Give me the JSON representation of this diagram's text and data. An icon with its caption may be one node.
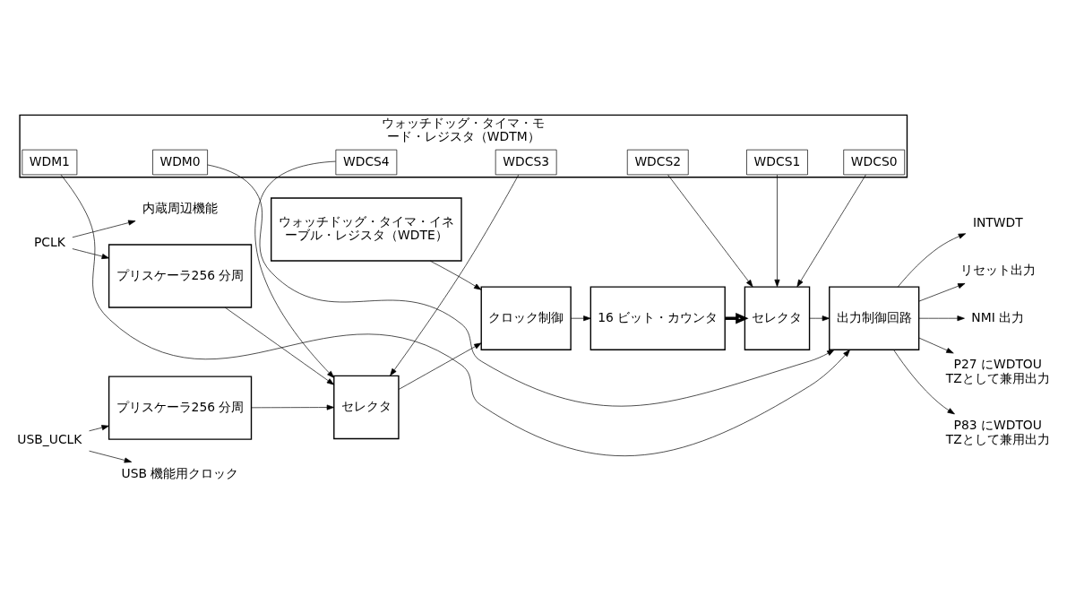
{
  "diagram": {
    "nodes": [
      {
        "text": [
          "PCLK"
        ]
      },
      {
        "text": [
          "内蔵周辺機能"
        ]
      },
      {
        "text": [
          "プリスケーラ256 分周"
        ]
      },
      {
        "text": [
          "ウォッチドッグ・タイマ・モード・レジスタ（WDTM）"
        ]
      },
      {
        "text": [
          "WDM1"
        ],
        "in": 3
      },
      {
        "text": [
          "WDM0"
        ],
        "in": 3
      },
      {
        "text": [
          "WDCS4"
        ],
        "in": 3
      },
      {
        "text": [
          "WDCS3"
        ],
        "in": 3
      },
      {
        "text": [
          "WDCS2"
        ],
        "in": 3
      },
      {
        "text": [
          "WDCS1"
        ],
        "in": 3
      },
      {
        "text": [
          "WDCS0"
        ],
        "in": 3
      },
      {
        "text": [
          "セレクタ"
        ]
      },
      {
        "text": [
          "クロック制御"
        ]
      },
      {
        "text": [
          "16 ビット・カウンタ"
        ]
      },
      {
        "text": [
          "セレクタ"
        ]
      },
      {
        "text": [
          "出力制御回路"
        ]
      },
      {
        "text": [
          "INTWDT"
        ]
      },
      {
        "text": [
          "リセット出力"
        ]
      },
      {
        "text": [
          "NMI 出力"
        ]
      },
      {
        "text": [
          "P27 にWDTOUTZとして兼用出力"
        ]
      },
      {
        "text": [
          "P83 にWDTOUTZとして兼用出力"
        ]
      },
      {
        "text": [
          "プリスケーラ256 分周"
        ]
      },
      {
        "text": [
          "ウォッチドッグ・タイマ・イネーブル・レジスタ（WDTE）"
        ]
      },
      {
        "text": [
          "USB_UCLK"
        ]
      },
      {
        "text": [
          "USB 機能用クロック"
        ]
      }
    ],
    "edges": [
      {
        "from": 0,
        "to": 1,
        "arrow": "to"
      },
      {
        "from": 0,
        "to": 2,
        "arrow": "to"
      },
      {
        "from": 4,
        "to": 15,
        "arrow": "to"
      },
      {
        "from": 5,
        "to": 15,
        "arrow": "to"
      },
      {
        "from": 6,
        "to": 11,
        "arrow": "to"
      },
      {
        "from": 7,
        "to": 11,
        "arrow": "to"
      },
      {
        "from": 8,
        "to": 14,
        "arrow": "to"
      },
      {
        "from": 9,
        "to": 14,
        "arrow": "to"
      },
      {
        "from": 10,
        "to": 14,
        "arrow": "to"
      },
      {
        "from": 2,
        "to": 11,
        "arrow": "to"
      },
      {
        "from": 21,
        "to": 11,
        "arrow": "to"
      },
      {
        "from": 11,
        "to": 12,
        "arrow": "to"
      },
      {
        "from": 12,
        "to": 13,
        "arrow": "to"
      },
      {
        "from": 13,
        "to": 14,
        "arrow": "to",
        "style": "thick"
      },
      {
        "from": 14,
        "to": 15,
        "arrow": "to"
      },
      {
        "from": 15,
        "to": 16,
        "arrow": "to"
      },
      {
        "from": 15,
        "to": 17,
        "arrow": "to"
      },
      {
        "from": 15,
        "to": 18,
        "arrow": "to"
      },
      {
        "from": 15,
        "to": 19,
        "arrow": "to"
      },
      {
        "from": 15,
        "to": 20,
        "arrow": "to"
      },
      {
        "from": 22,
        "to": 12,
        "arrow": "to"
      },
      {
        "from": 23,
        "to": 21,
        "arrow": "to"
      },
      {
        "from": 23,
        "to": 24,
        "arrow": "to"
      }
    ]
  }
}
